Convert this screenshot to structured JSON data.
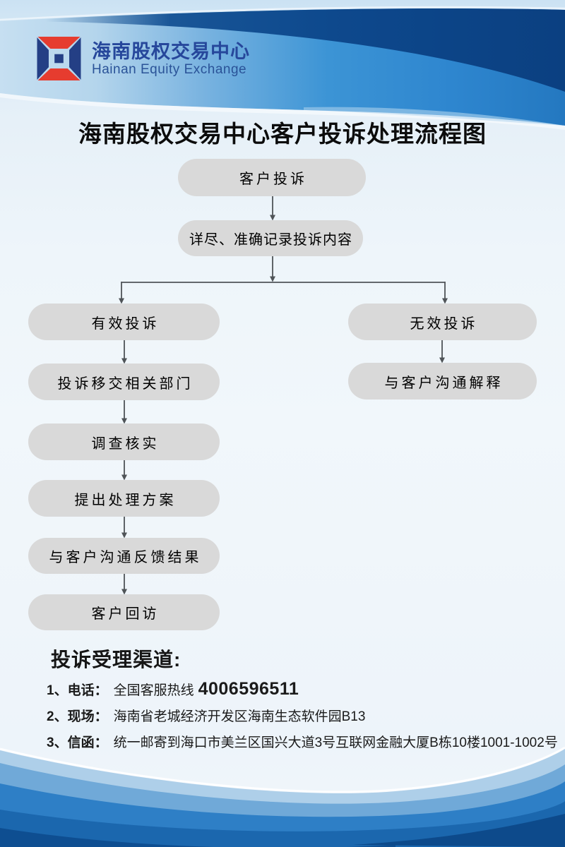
{
  "brand": {
    "name_zh": "海南股权交易中心",
    "name_en": "Hainan Equity Exchange"
  },
  "title": "海南股权交易中心客户投诉处理流程图",
  "flow": {
    "nodes": [
      {
        "id": "complaint",
        "label": "客户投诉"
      },
      {
        "id": "record",
        "label": "详尽、准确记录投诉内容"
      },
      {
        "id": "valid",
        "label": "有效投诉"
      },
      {
        "id": "transfer",
        "label": "投诉移交相关部门"
      },
      {
        "id": "investigate",
        "label": "调查核实"
      },
      {
        "id": "proposal",
        "label": "提出处理方案"
      },
      {
        "id": "feedback",
        "label": "与客户沟通反馈结果"
      },
      {
        "id": "revisit",
        "label": "客户回访"
      },
      {
        "id": "invalid",
        "label": "无效投诉"
      },
      {
        "id": "explain",
        "label": "与客户沟通解释"
      }
    ]
  },
  "channels": {
    "heading": "投诉受理渠道:",
    "items": [
      {
        "label": "1、电话：",
        "text": "全国客服热线",
        "highlight": "4006596511"
      },
      {
        "label": "2、现场：",
        "text": "海南省老城经济开发区海南生态软件园B13",
        "highlight": ""
      },
      {
        "label": "3、信函：",
        "text": "统一邮寄到海口市美兰区国兴大道3号互联网金融大厦B栋10楼1001-1002号",
        "highlight": ""
      }
    ]
  },
  "colors": {
    "band_blue": "#2e86cf",
    "band_navy": "#0e4b8f",
    "brand_navy": "#26479b",
    "logo_red": "#e63c2f",
    "node_gray": "#d9d9d9",
    "arrow_gray": "#4f5458"
  }
}
